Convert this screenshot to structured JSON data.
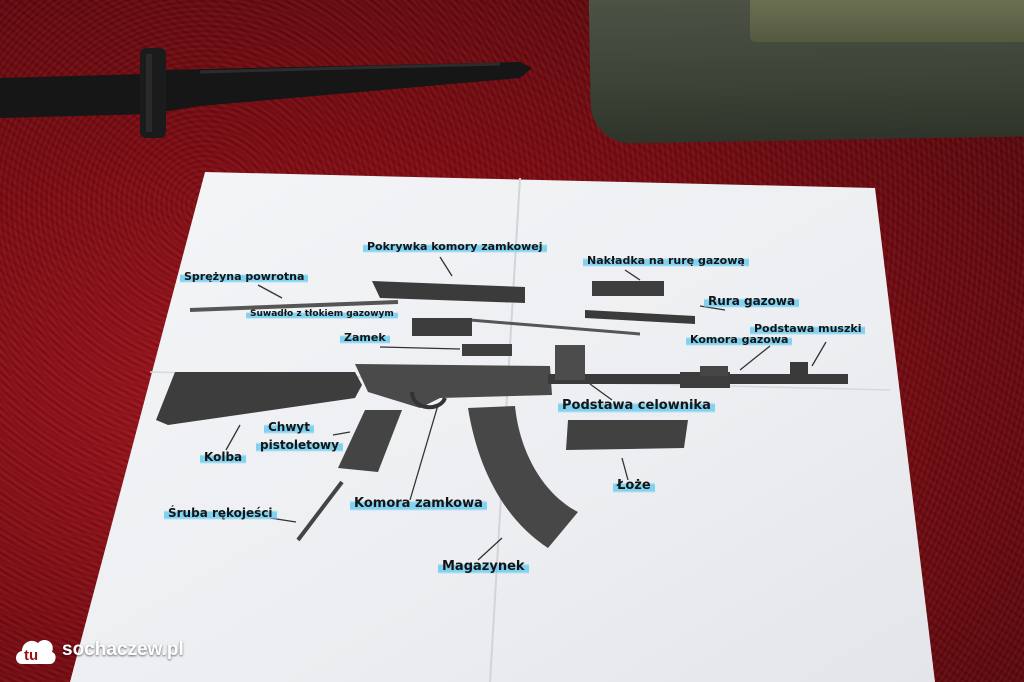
{
  "labels": {
    "pokrywka": "Pokrywka komory zamkowej",
    "naktadka": "Nakładka na rurę gazową",
    "sprezyna": "Sprężyna powrotna",
    "rura": "Rura gazowa",
    "suwadlo": "Suwadło z tłokiem gazowym",
    "podstawa_muszki": "Podstawa muszki",
    "zamek": "Zamek",
    "komora_gazowa": "Komora gazowa",
    "podstawa_celownika": "Podstawa celownika",
    "chwyt": "Chwyt",
    "pistoletowy": "pistoletowy",
    "kolba": "Kolba",
    "loze": "Łoże",
    "sruba": "Śruba rękojeści",
    "komora_zamkowa": "Komora zamkowa",
    "magazynek": "Magazynek"
  },
  "watermark": {
    "logo": "tu",
    "site": "sochaczew.pl"
  },
  "colors": {
    "velvet": "#8b0e16",
    "paper": "#f3f4f6",
    "highlighter": "#6ecdf0",
    "bag": "#434a3c"
  },
  "icons": {
    "watermark_logo": "cloud-logo-icon"
  }
}
